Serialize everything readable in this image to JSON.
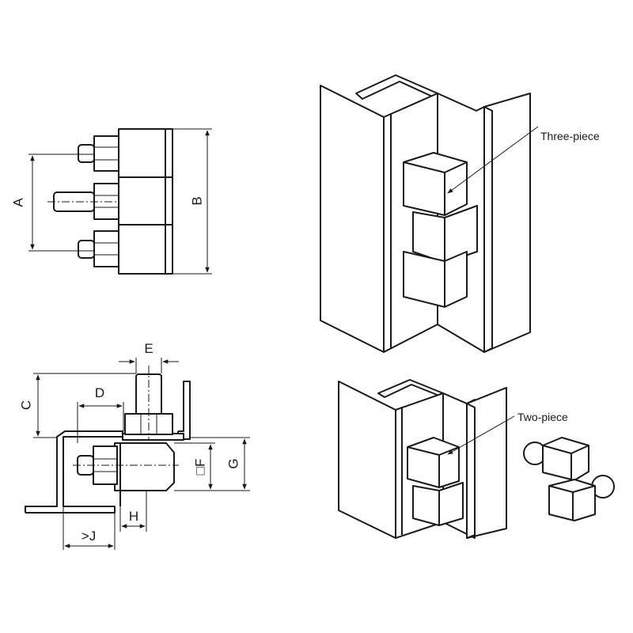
{
  "labels": {
    "a": "A",
    "b": "B",
    "c": "C",
    "d": "D",
    "e": "E",
    "f": "□F",
    "g": "G",
    "h": "H",
    "j": ">J",
    "three_piece": "Three-piece",
    "two_piece": "Two-piece"
  },
  "colors": {
    "line": "#1a1a1a",
    "background": "#ffffff"
  }
}
